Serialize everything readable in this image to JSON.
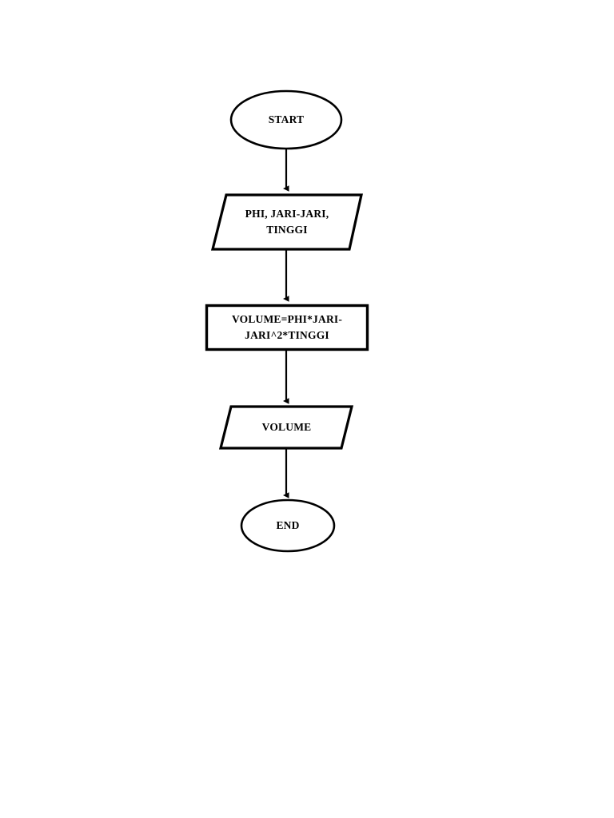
{
  "document": {
    "title": "Flowchart Volume Tabung",
    "background_color": "#ffffff",
    "stroke_color": "#000000",
    "text_color": "#000000"
  },
  "flowchart": {
    "orientation": "vertical",
    "nodes": [
      {
        "id": "start",
        "shape": "ellipse",
        "label": "START",
        "role": "terminator"
      },
      {
        "id": "input",
        "shape": "parallelogram",
        "label": "PHI, JARI-JARI,\nTINGGI",
        "role": "input"
      },
      {
        "id": "process",
        "shape": "rectangle",
        "label": "VOLUME=PHI*JARI-\nJARI^2*TINGGI",
        "role": "process"
      },
      {
        "id": "output",
        "shape": "parallelogram",
        "label": "VOLUME",
        "role": "output"
      },
      {
        "id": "end",
        "shape": "ellipse",
        "label": "END",
        "role": "terminator"
      }
    ],
    "connectors": [
      {
        "id": "start-to-input",
        "from": "start",
        "to": "input",
        "arrowhead": "solid-triangle"
      },
      {
        "id": "input-to-process",
        "from": "input",
        "to": "process",
        "arrowhead": "solid-triangle"
      },
      {
        "id": "process-to-output",
        "from": "process",
        "to": "output",
        "arrowhead": "solid-triangle"
      },
      {
        "id": "output-to-end",
        "from": "output",
        "to": "end",
        "arrowhead": "solid-triangle"
      }
    ]
  }
}
